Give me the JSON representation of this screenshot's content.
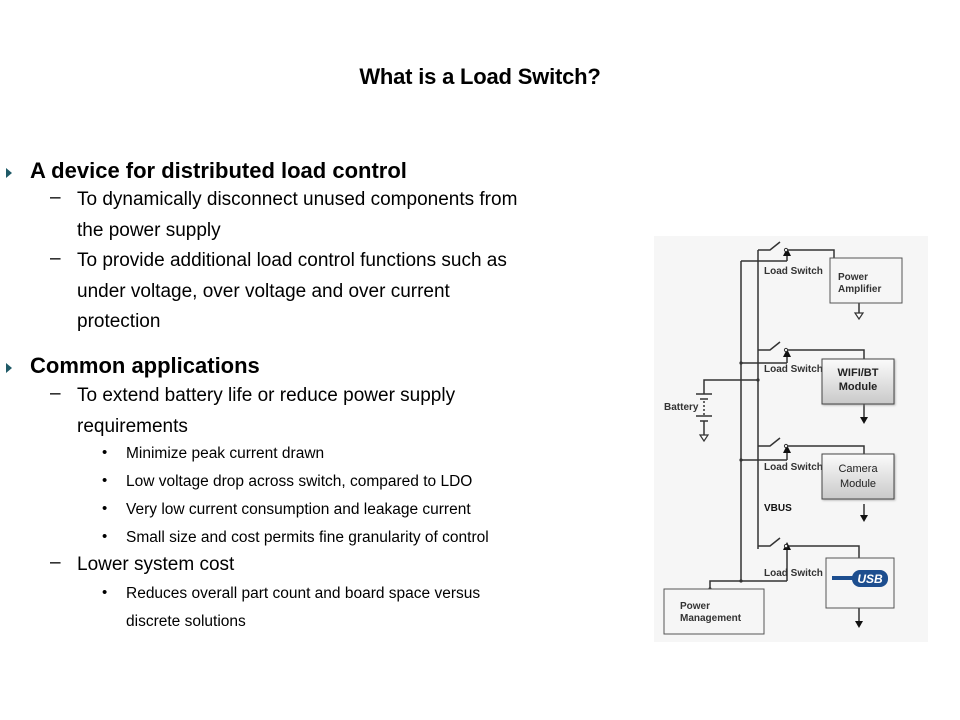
{
  "slide": {
    "title": "What is a Load Switch?",
    "sections": [
      {
        "heading": "A device for distributed load control",
        "items": [
          {
            "line1": "To dynamically disconnect unused components from",
            "line2": "the power supply"
          },
          {
            "line1": "To provide additional load control functions such as",
            "line2": "under voltage, over voltage and over current",
            "line3": "protection"
          }
        ]
      },
      {
        "heading": "Common applications",
        "items": [
          {
            "line1": "To extend battery life or reduce power supply",
            "line2": "requirements",
            "bullets": [
              "Minimize peak current drawn",
              "Low voltage drop across switch, compared to LDO",
              "Very low current consumption and leakage current",
              "Small size and cost permits fine granularity of control"
            ]
          },
          {
            "line1": "Lower system cost",
            "bullets": [
              "Reduces overall part count and board space versus",
              "discrete solutions"
            ]
          }
        ]
      }
    ],
    "dash": "–",
    "dot": "•"
  },
  "diagram": {
    "switch_label": "Load Switch",
    "battery_label": "Battery",
    "vbus_label": "VBUS",
    "blocks": {
      "power_amplifier": [
        "Power",
        "Amplifier"
      ],
      "wifi_bt": [
        "WIFI/BT",
        "Module"
      ],
      "camera": [
        "Camera",
        "Module"
      ],
      "usb": "USB",
      "power_management": [
        "Power",
        "Management"
      ]
    },
    "colors": {
      "usb_blue": "#1d4e8f",
      "marker": "#1f5a67"
    }
  }
}
